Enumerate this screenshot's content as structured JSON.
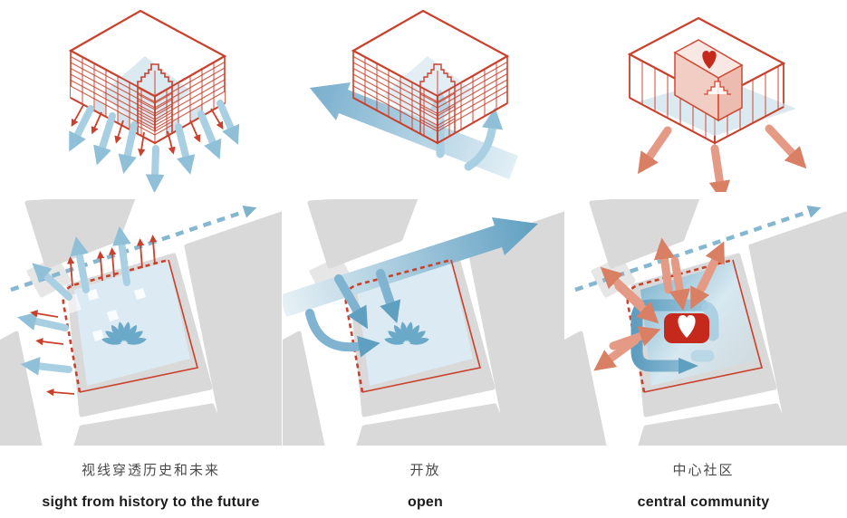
{
  "panels": [
    {
      "id": "sight",
      "caption_zh": "视线穿透历史和未来",
      "caption_en": "sight from history to the future"
    },
    {
      "id": "open",
      "caption_zh": "开放",
      "caption_en": "open"
    },
    {
      "id": "community",
      "caption_zh": "中心社区",
      "caption_en": "central community"
    }
  ],
  "palette": {
    "red": "#c9402c",
    "building-pink": "#e89a8b",
    "heart-red": "#c5291b",
    "blue-light": "#cfe2ec",
    "flow-blue": "#a9cfe2",
    "steel-blue": "#5f9fc0",
    "logo-blue": "#6ba9c9",
    "salmon": "#e59a85",
    "block-gray": "#d9d9d9",
    "site-blue": "#dcebf3"
  },
  "icons": [
    {
      "name": "huawei-logo"
    },
    {
      "name": "heart-icon"
    },
    {
      "name": "dashed-route-arrow"
    },
    {
      "name": "flow-arrow"
    }
  ]
}
